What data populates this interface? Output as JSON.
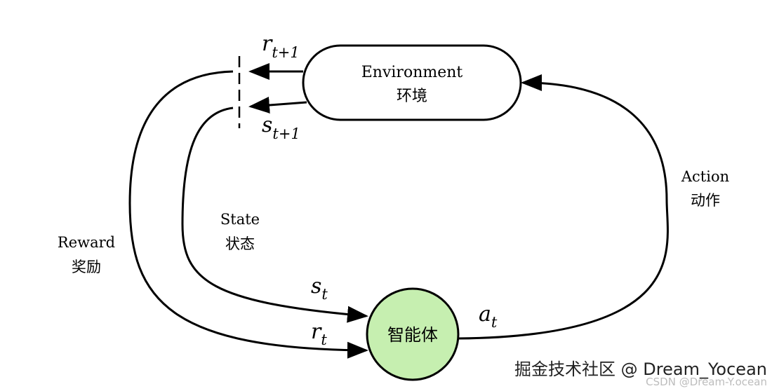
{
  "nodes": {
    "environment": {
      "label_en": "Environment",
      "label_zh": "环境"
    },
    "agent": {
      "label_zh": "智能体",
      "fill": "#c6efb0"
    }
  },
  "edges": {
    "action": {
      "label_en": "Action",
      "label_zh": "动作",
      "symbol": "a",
      "subscript": "t"
    },
    "state": {
      "label_en": "State",
      "label_zh": "状态",
      "symbol": "s",
      "subscript": "t"
    },
    "reward": {
      "label_en": "Reward",
      "label_zh": "奖励",
      "symbol": "r",
      "subscript": "t"
    },
    "next_reward": {
      "symbol": "r",
      "subscript": "t+1"
    },
    "next_state": {
      "symbol": "s",
      "subscript": "t+1"
    }
  },
  "watermarks": {
    "primary": "掘金技术社区 @ Dream_Yocean",
    "secondary": "CSDN @Dream-Y.ocean"
  }
}
